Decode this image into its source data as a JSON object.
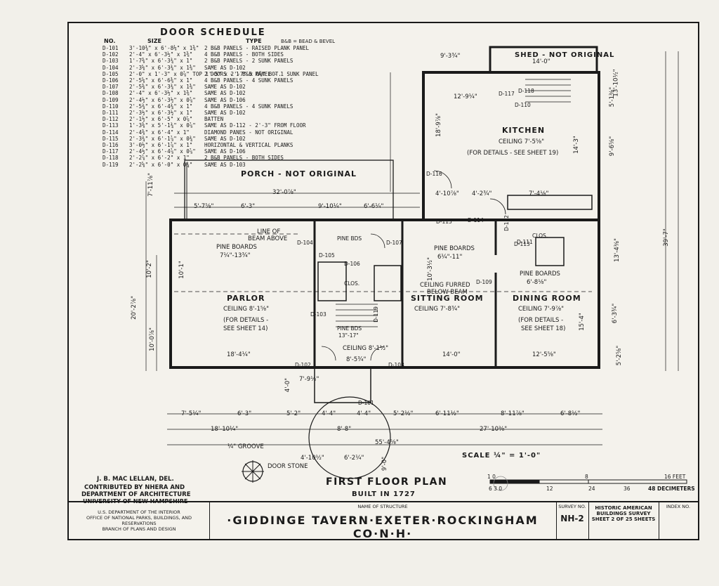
{
  "door_schedule": {
    "title": "DOOR SCHEDULE",
    "headers": {
      "no": "NO.",
      "size": "SIZE",
      "type": "TYPE",
      "note": "B&B = BEAD & BEVEL"
    },
    "rows": [
      [
        "D-101",
        "3'-10¾\" x 6'-8⅛\" x 1⅜\"",
        "2 B&B PANELS - RAISED PLANK PANEL"
      ],
      [
        "D-102",
        "2'-4\" x 6'-3½\" x 1⅜\"",
        "4 B&B PANELS - BOTH SIDES"
      ],
      [
        "D-103",
        "1'-7⅜\" x 6'-3¾\" x 1\"",
        "2 B&B PANELS - 2 SUNK PANELS"
      ],
      [
        "D-104",
        "2'-3⅝\" x 6'-3¾\" x 1⅜\"",
        "SAME AS D-102"
      ],
      [
        "D-105",
        "2'-0\" x 1'-3\" x 0⅞\" TOP 1'-5\" x 2'-7\" x 0⅞\" BOT.",
        "2 DOORS - 1 B&B PANEL - 1 SUNK PANEL"
      ],
      [
        "D-106",
        "2'-5⅝\" x 6'-6⅜\" x 1\"",
        "4 B&B PANELS - 4 SUNK PANELS"
      ],
      [
        "D-107",
        "2'-5⅜\" x 6'-3¾\" x 1⅜\"",
        "SAME AS D-102"
      ],
      [
        "D-108",
        "2'-4\" x 6'-3½\" x 1⅜\"",
        "SAME AS D-102"
      ],
      [
        "D-109",
        "2'-4½\" x 6'-3½\" x 0⅞\"",
        "SAME AS D-106"
      ],
      [
        "D-110",
        "2'-5¾\" x 6'-4¾\" x 1\"",
        "4 B&B PANELS - 4 SUNK PANELS"
      ],
      [
        "D-111",
        "2'-3½\" x 6'-3½\" x 1\"",
        "SAME AS D-102"
      ],
      [
        "D-112",
        "2'-1½\" x 6'-5\" x 0⅞\"",
        "BATTEN"
      ],
      [
        "D-113",
        "1'-3⅜\" x 5'-1¾\" x 0⅞\"",
        "SAME AS D-112 - 2'-3\" FROM FLOOR"
      ],
      [
        "D-114",
        "2'-4⅜\" x 6'-4\" x 1\"",
        "DIAMOND PANES - NOT ORIGINAL"
      ],
      [
        "D-115",
        "2'-3¾\" x 6'-1⅞\" x 0¾\"",
        "SAME AS D-102"
      ],
      [
        "D-116",
        "3'-0½\" x 6'-1⅞\" x 1\"",
        "HORIZONTAL & VERTICAL PLANKS"
      ],
      [
        "D-117",
        "2'-4½\" x 6'-4⅞\" x 0⅞\"",
        "SAME AS D-106"
      ],
      [
        "D-118",
        "2'-2⅞\" x 6'-2\" x 1\"",
        "2 B&B PANELS - BOTH SIDES"
      ],
      [
        "D-119",
        "2'-2⅝\" x 6'-0\" x 0¾\"",
        "SAME AS D-103"
      ]
    ]
  },
  "rooms": {
    "porch": "PORCH - NOT ORIGINAL",
    "shed": "SHED - NOT ORIGINAL",
    "kitchen": "KITCHEN",
    "kitchen_ceiling": "CEILING 7'-5⅝\"",
    "kitchen_details": "(FOR DETAILS - SEE SHEET 19)",
    "parlor": "PARLOR",
    "parlor_ceiling": "CEILING 8'-1⅝\"",
    "parlor_details_1": "(FOR DETAILS -",
    "parlor_details_2": "SEE SHEET 14)",
    "sitting": "SITTING ROOM",
    "sitting_ceiling": "CEILING 7'-8¾\"",
    "sitting_furred": "CEILING FURRED",
    "sitting_beam": "BELOW BEAM",
    "dining": "DINING ROOM",
    "dining_ceiling": "CEILING 7'-9⅞\"",
    "dining_details_1": "(FOR DETAILS -",
    "dining_details_2": "SEE SHEET 18)",
    "line_of_beam_1": "LINE OF",
    "line_of_beam_2": "BEAM ABOVE",
    "pine_boards_parlor_1": "PINE BOARDS",
    "pine_boards_parlor_2": "7¼\"-13¾\"",
    "pine_boards_sitting_1": "PINE BOARDS",
    "pine_boards_sitting_2": "6¼\"-11\"",
    "pine_boards_dining": "PINE BOARDS",
    "pine_bds_upper": "PINE BDS",
    "pine_bds_lower": "PINE BDS",
    "pine_bds_lower_dim": "13\"-17\"",
    "clos_center": "CLOS.",
    "clos_dining": "CLOS.",
    "ceiling_hall": "CEILING 8'-1½\"",
    "groove": "¼\" GROOVE",
    "door_stone": "DOOR STONE"
  },
  "dimensions": {
    "porch_width": "32'-0⅞\"",
    "top_a": "5'-7⅝\"",
    "top_b": "6'-3\"",
    "top_c": "9'-10¼\"",
    "top_d": "6'-6¼\"",
    "shed_a": "9'-3¾\"",
    "shed_b": "14'-0\"",
    "shed_h": "13'-10½\"",
    "kitchen_w": "12'-9¼\"",
    "kitchen_h": "18'-9⅞\"",
    "right_a": "5'-1⅜\"",
    "right_b": "9'-6⅝\"",
    "right_c": "14'-3\"",
    "right_d": "13'-4⅜\"",
    "right_e": "6'-3¾\"",
    "right_f": "5'-2⅝\"",
    "right_total": "39'-7\"",
    "left_total": "20'-2⅞\"",
    "left_upper": "10'-2\"",
    "left_lower": "10'-0⅞\"",
    "porch_depth": "7'-11⅞\"",
    "parlor_w": "18'-4¼\"",
    "sitting_w": "14'-0\"",
    "dining_w": "12'-5⅝\"",
    "dining_h": "15'-4\"",
    "parlor_h": "10'-1\"",
    "hall_w": "8'-5¾\"",
    "bot_a": "7'-5¼\"",
    "bot_b": "6'-3\"",
    "bot_c": "5'-2\"",
    "bot_d": "4'-4\"",
    "bot_e": "4'-4\"",
    "bot_f": "5'-2½\"",
    "bot_g": "6'-11½\"",
    "bot_h": "8'-11⅞\"",
    "bot_i": "6'-8½\"",
    "total_left": "18'-10¼\"",
    "stone": "8'-8\"",
    "total_right": "27'-10⅜\"",
    "overall": "55'-4⅝\"",
    "stone_a": "4'-10½\"",
    "stone_b": "6'-2¼\"",
    "stone_depth": "9'-0\"",
    "step_h": "4'-0\"",
    "step_w": "7'-9½\"",
    "kitchen_c": "4'-10⅞\"",
    "kitchen_d": "4'-2¾\"",
    "kitchen_e": "7'-4⅛\"",
    "sitting_h": "10'-3½\"",
    "pine_dining_dim": "6'-8⅛\""
  },
  "door_tags": [
    "D-101",
    "D-102",
    "D-103",
    "D-104",
    "D-105",
    "D-106",
    "D-107",
    "D-108",
    "D-109",
    "D-110",
    "D-111",
    "D-112",
    "D-113",
    "D-114",
    "D-115",
    "D-116",
    "D-117",
    "D-118",
    "D-119"
  ],
  "scale": {
    "label": "SCALE ¼\" = 1'-0\"",
    "feet_ticks": [
      "1 0",
      "8",
      "16 FEET"
    ],
    "dm_ticks": [
      "6 3 0",
      "12",
      "24",
      "36",
      "48 DECIMETERS"
    ]
  },
  "drawing_title": "FIRST FLOOR PLAN",
  "built": "BUILT IN 1727",
  "credits": {
    "delineator": "J. B. MAC LELLAN, DEL.",
    "line1": "CONTRIBUTED BY NHERA AND",
    "line2": "DEPARTMENT OF ARCHITECTURE",
    "line3": "UNIVERSITY OF NEW HAMPSHIRE"
  },
  "title_block": {
    "agency_1": "U.S. DEPARTMENT OF THE INTERIOR",
    "agency_2": "OFFICE OF NATIONAL PARKS, BUILDINGS, AND RESERVATIONS",
    "agency_3": "BRANCH OF PLANS AND DESIGN",
    "name_label": "NAME OF STRUCTURE",
    "structure": "·GIDDINGE TAVERN·EXETER·ROCKINGHAM CO·N·H·",
    "survey_label": "SURVEY NO.",
    "survey_no": "NH-2",
    "habs_1": "HISTORIC AMERICAN",
    "habs_2": "BUILDINGS SURVEY",
    "sheet": "SHEET 2 OF 25 SHEETS",
    "index_label": "INDEX NO."
  }
}
